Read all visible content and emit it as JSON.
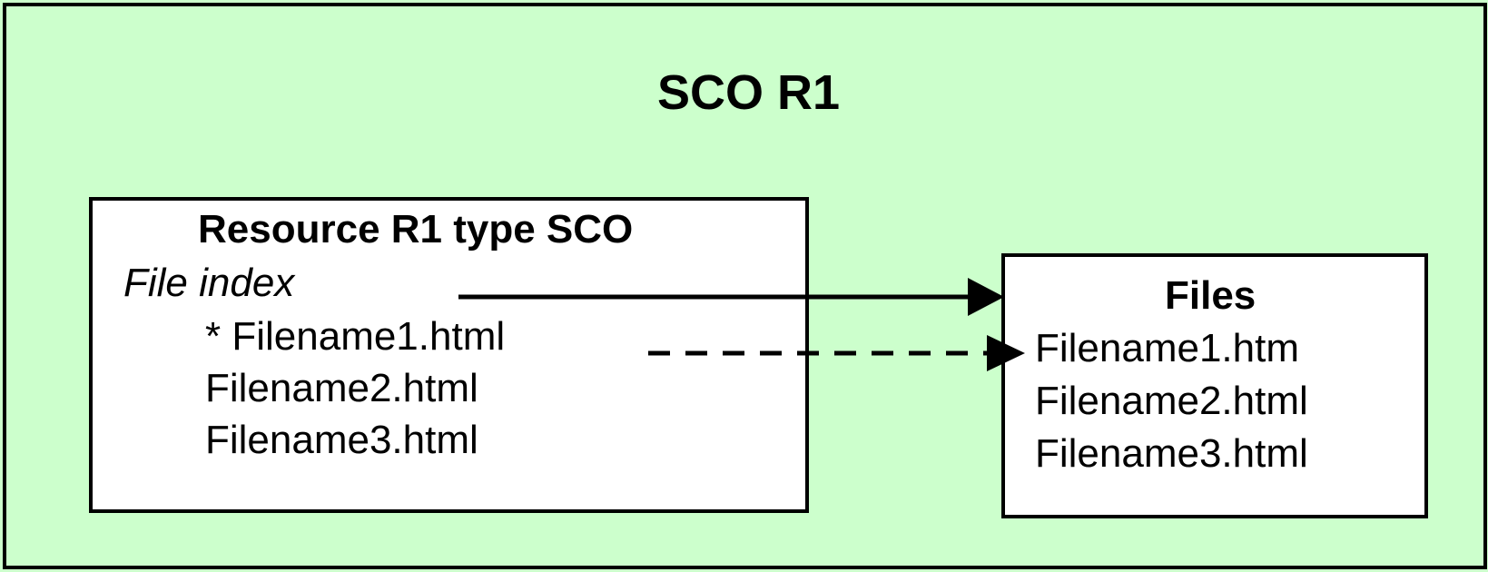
{
  "colors": {
    "background": "#ccffcc",
    "box_fill": "#ffffff",
    "stroke": "#000000"
  },
  "sco": {
    "title": "SCO R1"
  },
  "resource": {
    "title": "Resource R1 type SCO",
    "file_index_label": "File index",
    "files": [
      "* Filename1.html",
      "Filename2.html",
      "Filename3.html"
    ]
  },
  "files_box": {
    "title": "Files",
    "files": [
      "Filename1.htm",
      "Filename2.html",
      "Filename3.html"
    ]
  },
  "connectors": [
    {
      "from": "file-index",
      "to": "files-box",
      "style": "solid"
    },
    {
      "from": "resource-filename1",
      "to": "files-filename1",
      "style": "dashed"
    }
  ]
}
